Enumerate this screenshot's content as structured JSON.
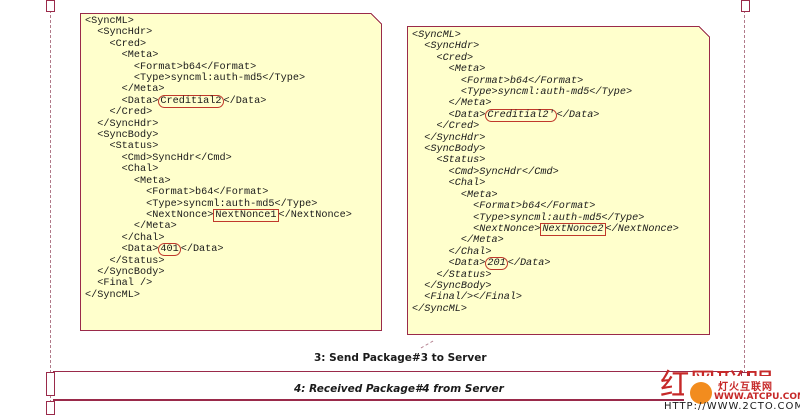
{
  "note_left": {
    "lines": [
      "<SyncML>",
      "  <SyncHdr>",
      "    <Cred>",
      "      <Meta>",
      "        <Format>b64</Format>",
      "        <Type>syncml:auth-md5</Type>",
      "      </Meta>",
      "      <Data>",
      "    </Cred>",
      "  </SyncHdr>",
      "  <SyncBody>",
      "    <Status>",
      "      <Cmd>SyncHdr</Cmd>",
      "      <Chal>",
      "        <Meta>",
      "          <Format>b64</Format>",
      "          <Type>syncml:auth-md5</Type>",
      "          <NextNonce>",
      "        </Meta>",
      "      </Chal>",
      "      <Data>",
      "    </Status>",
      "  </SyncBody>",
      "  <Final />",
      "</SyncML>"
    ],
    "cred_data": "Creditial2",
    "cred_data_close": "</Data>",
    "next_nonce": "NextNonce1",
    "next_nonce_close": "</NextNonce>",
    "status_data": "401",
    "status_data_close": "</Data>"
  },
  "note_right": {
    "lines": [
      "<SyncML>",
      "  <SyncHdr>",
      "    <Cred>",
      "      <Meta>",
      "        <Format>b64</Format>",
      "        <Type>syncml:auth-md5</Type>",
      "      </Meta>",
      "      <Data>",
      "    </Cred>",
      "  </SyncHdr>",
      "  <SyncBody>",
      "    <Status>",
      "      <Cmd>SyncHdr</Cmd>",
      "      <Chal>",
      "        <Meta>",
      "          <Format>b64</Format>",
      "          <Type>syncml:auth-md5</Type>",
      "          <NextNonce>",
      "        </Meta>",
      "      </Chal>",
      "      <Data>",
      "    </Status>",
      "  </SyncBody>",
      "  <Final/></Final>",
      "</SyncML>"
    ],
    "cred_data": "Creditial2'",
    "cred_data_close": "</Data>",
    "next_nonce": "NextNonce2",
    "next_nonce_close": "</NextNonce>",
    "status_data": "201",
    "status_data_close": "</Data>"
  },
  "messages": {
    "msg3": "3: Send Package#3 to Server",
    "msg4": "4: Received Package#4 from Server"
  },
  "watermark": {
    "site_name": "灯火互联网",
    "site_url": "WWW.ATCPU.COM",
    "http_text": "HTTP://WWW.2CTO.COM",
    "mark": "红黑联盟",
    "colors": {
      "orange": "#f28c1e",
      "red": "#c62828"
    }
  }
}
